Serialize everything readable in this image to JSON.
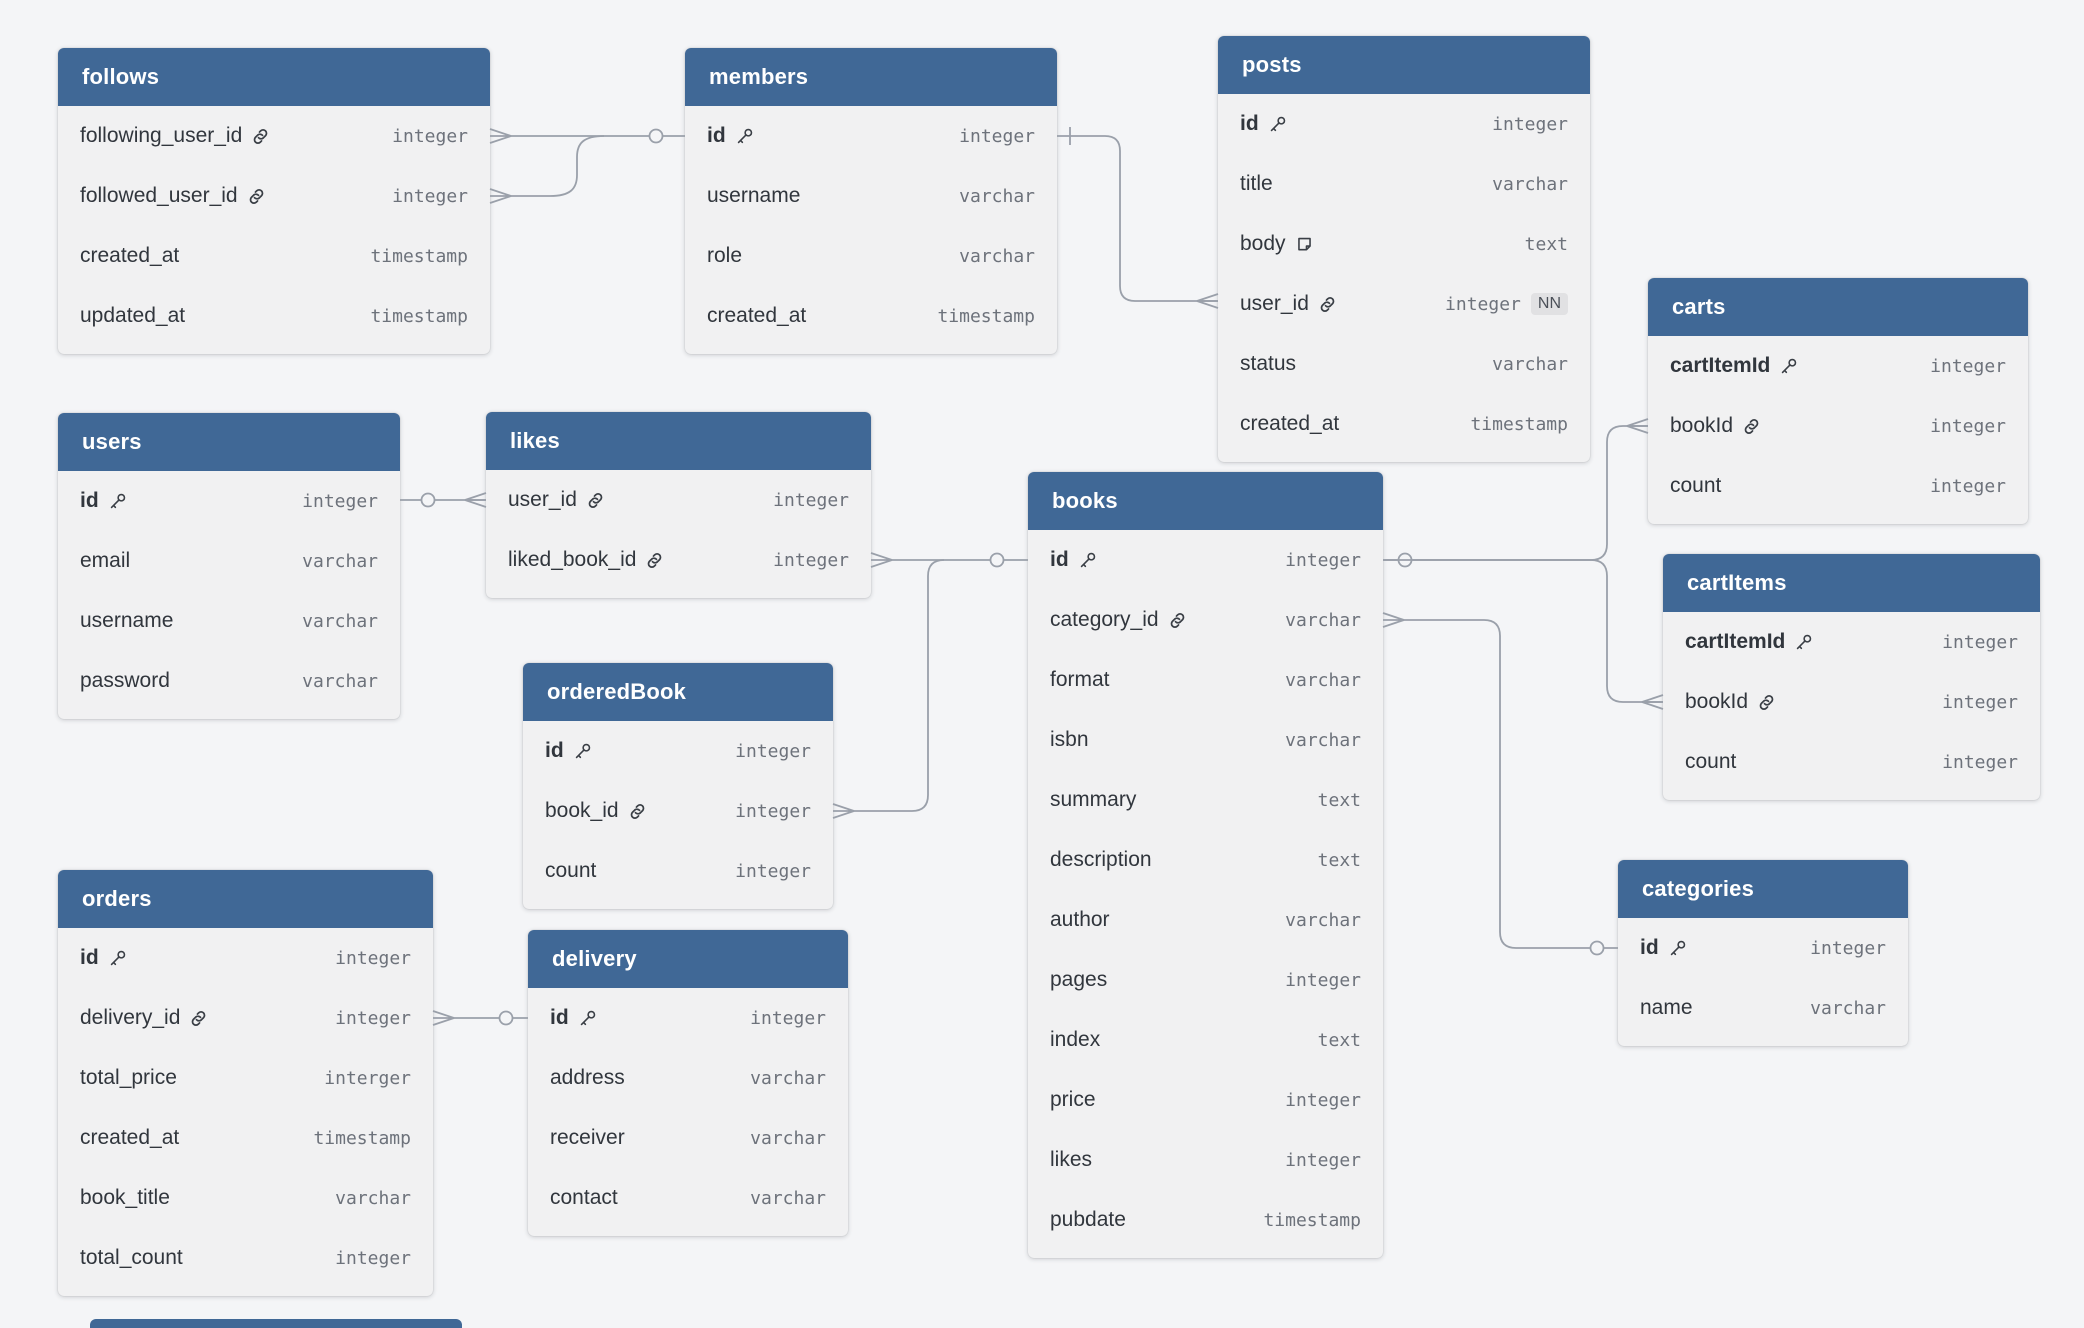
{
  "diagram_tool": "database-schema-diagram",
  "colors": {
    "canvas_bg": "#f4f5f7",
    "table_header_bg": "#406896",
    "table_body_bg": "#f1f1f2",
    "field_text": "#31363d",
    "type_text": "#6d727b",
    "relationship_line": "#9aa0aa",
    "nn_badge_bg": "#e1e1e3"
  },
  "tables": [
    {
      "name": "follows",
      "fields": [
        {
          "name": "following_user_id",
          "icon": "link-icon",
          "type": "integer"
        },
        {
          "name": "followed_user_id",
          "icon": "link-icon",
          "type": "integer"
        },
        {
          "name": "created_at",
          "type": "timestamp"
        },
        {
          "name": "updated_at",
          "type": "timestamp"
        }
      ]
    },
    {
      "name": "members",
      "fields": [
        {
          "name": "id",
          "icon": "key-icon",
          "type": "integer",
          "pk": true
        },
        {
          "name": "username",
          "type": "varchar"
        },
        {
          "name": "role",
          "type": "varchar"
        },
        {
          "name": "created_at",
          "type": "timestamp"
        }
      ]
    },
    {
      "name": "posts",
      "fields": [
        {
          "name": "id",
          "icon": "key-icon",
          "type": "integer",
          "pk": true
        },
        {
          "name": "title",
          "type": "varchar"
        },
        {
          "name": "body",
          "icon": "note-icon",
          "type": "text"
        },
        {
          "name": "user_id",
          "icon": "link-icon",
          "type": "integer",
          "badge": "NN"
        },
        {
          "name": "status",
          "type": "varchar"
        },
        {
          "name": "created_at",
          "type": "timestamp"
        }
      ]
    },
    {
      "name": "carts",
      "fields": [
        {
          "name": "cartItemId",
          "icon": "key-icon",
          "type": "integer",
          "pk": true
        },
        {
          "name": "bookId",
          "icon": "link-icon",
          "type": "integer"
        },
        {
          "name": "count",
          "type": "integer"
        }
      ]
    },
    {
      "name": "users",
      "fields": [
        {
          "name": "id",
          "icon": "key-icon",
          "type": "integer",
          "pk": true
        },
        {
          "name": "email",
          "type": "varchar"
        },
        {
          "name": "username",
          "type": "varchar"
        },
        {
          "name": "password",
          "type": "varchar"
        }
      ]
    },
    {
      "name": "likes",
      "fields": [
        {
          "name": "user_id",
          "icon": "link-icon",
          "type": "integer"
        },
        {
          "name": "liked_book_id",
          "icon": "link-icon",
          "type": "integer"
        }
      ]
    },
    {
      "name": "books",
      "fields": [
        {
          "name": "id",
          "icon": "key-icon",
          "type": "integer",
          "pk": true
        },
        {
          "name": "category_id",
          "icon": "link-icon",
          "type": "varchar"
        },
        {
          "name": "format",
          "type": "varchar"
        },
        {
          "name": "isbn",
          "type": "varchar"
        },
        {
          "name": "summary",
          "type": "text"
        },
        {
          "name": "description",
          "type": "text"
        },
        {
          "name": "author",
          "type": "varchar"
        },
        {
          "name": "pages",
          "type": "integer"
        },
        {
          "name": "index",
          "type": "text"
        },
        {
          "name": "price",
          "type": "integer"
        },
        {
          "name": "likes",
          "type": "integer"
        },
        {
          "name": "pubdate",
          "type": "timestamp"
        }
      ]
    },
    {
      "name": "cartItems",
      "fields": [
        {
          "name": "cartItemId",
          "icon": "key-icon",
          "type": "integer",
          "pk": true
        },
        {
          "name": "bookId",
          "icon": "link-icon",
          "type": "integer"
        },
        {
          "name": "count",
          "type": "integer"
        }
      ]
    },
    {
      "name": "orderedBook",
      "fields": [
        {
          "name": "id",
          "icon": "key-icon",
          "type": "integer",
          "pk": true
        },
        {
          "name": "book_id",
          "icon": "link-icon",
          "type": "integer"
        },
        {
          "name": "count",
          "type": "integer"
        }
      ]
    },
    {
      "name": "orders",
      "fields": [
        {
          "name": "id",
          "icon": "key-icon",
          "type": "integer",
          "pk": true
        },
        {
          "name": "delivery_id",
          "icon": "link-icon",
          "type": "integer"
        },
        {
          "name": "total_price",
          "type": "interger"
        },
        {
          "name": "created_at",
          "type": "timestamp"
        },
        {
          "name": "book_title",
          "type": "varchar"
        },
        {
          "name": "total_count",
          "type": "integer"
        }
      ]
    },
    {
      "name": "delivery",
      "fields": [
        {
          "name": "id",
          "icon": "key-icon",
          "type": "integer",
          "pk": true
        },
        {
          "name": "address",
          "type": "varchar"
        },
        {
          "name": "receiver",
          "type": "varchar"
        },
        {
          "name": "contact",
          "type": "varchar"
        }
      ]
    },
    {
      "name": "categories",
      "fields": [
        {
          "name": "id",
          "icon": "key-icon",
          "type": "integer",
          "pk": true
        },
        {
          "name": "name",
          "type": "varchar"
        }
      ]
    }
  ],
  "connections": [
    {
      "from": "follows.following_user_id",
      "to": "members.id",
      "from_end": "many",
      "to_end": "one"
    },
    {
      "from": "follows.followed_user_id",
      "to": "members.id",
      "from_end": "many",
      "to_end": "one"
    },
    {
      "from": "members.id",
      "to": "posts.user_id",
      "from_end": "one",
      "to_end": "many"
    },
    {
      "from": "users.id",
      "to": "likes.user_id",
      "from_end": "one",
      "to_end": "many"
    },
    {
      "from": "likes.liked_book_id",
      "to": "books.id",
      "from_end": "many",
      "to_end": "one"
    },
    {
      "from": "orderedBook.book_id",
      "to": "books.id",
      "from_end": "many",
      "to_end": "one"
    },
    {
      "from": "books.id",
      "to": "carts.bookId",
      "from_end": "one",
      "to_end": "many"
    },
    {
      "from": "books.id",
      "to": "cartItems.bookId",
      "from_end": "one",
      "to_end": "many"
    },
    {
      "from": "books.category_id",
      "to": "categories.id",
      "from_end": "many",
      "to_end": "one"
    },
    {
      "from": "orders.delivery_id",
      "to": "delivery.id",
      "from_end": "many",
      "to_end": "one"
    }
  ]
}
